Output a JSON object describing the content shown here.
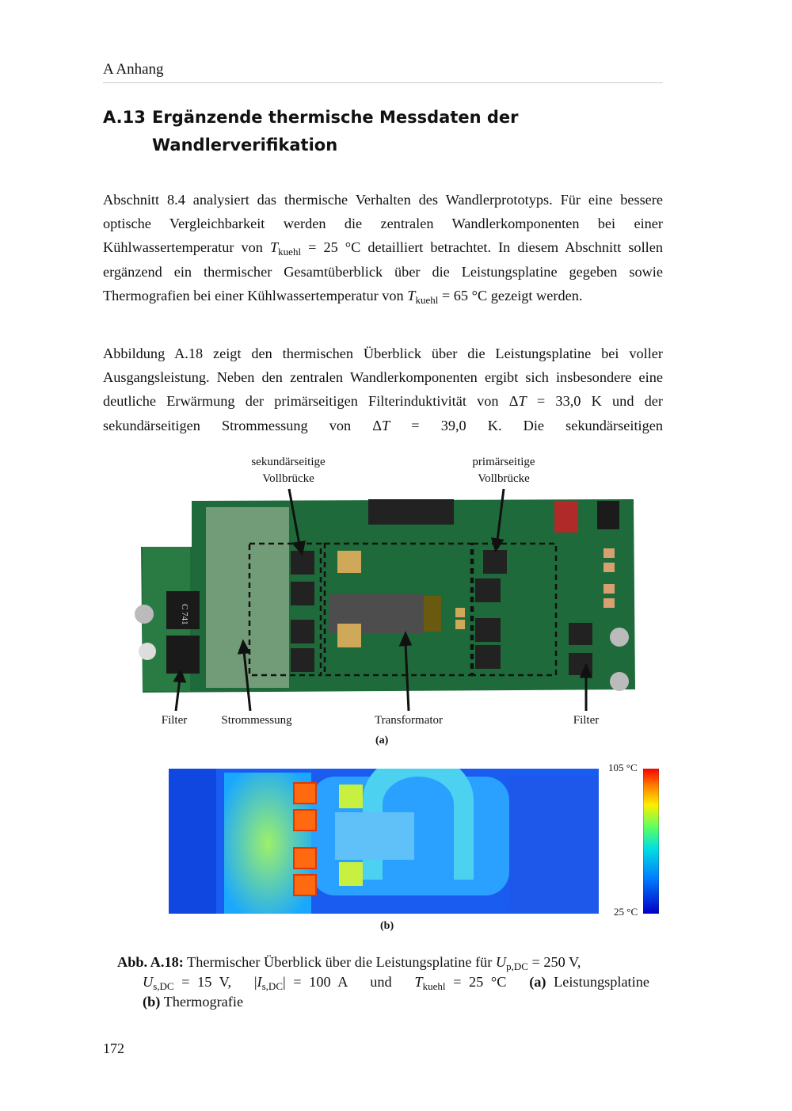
{
  "running_head": "A Anhang",
  "section": {
    "number": "A.13",
    "title_line1": "Ergänzende thermische Messdaten der",
    "title_line2": "Wandlerverifikation"
  },
  "paragraph1": {
    "s1": "Abschnitt 8.4 analysiert das thermische Verhalten des Wandlerprototyps. Für eine bessere optische Vergleichbarkeit werden die zentralen Wandlerkomponenten bei einer Kühlwassertemperatur von ",
    "t_var": "T",
    "t_sub": "kuehl",
    "s2": " = 25 °C detailliert betrachtet. In diesem Abschnitt sollen ergänzend ein thermischer Gesamtüberblick über die Leistungsplatine gegeben sowie Thermografien bei einer Kühlwassertemperatur von ",
    "s3": " = 65 °C gezeigt werden."
  },
  "paragraph2": {
    "s1": "Abbildung A.18 zeigt den thermischen Überblick über die Leistungsplatine bei voller Ausgangsleistung. Neben den zentralen Wandlerkomponenten ergibt sich insbesondere eine deutliche Erwärmung der primärseitigen Filterinduktivität von Δ",
    "var": "T",
    "s2": " = 33,0 K und der sekundärseitigen Strommessung von Δ",
    "s3": " = 39,0 K. Die sekundärseitigen"
  },
  "figure": {
    "labels_top": {
      "secondary_bridge_line1": "sekundärseitige",
      "secondary_bridge_line2": "Vollbrücke",
      "primary_bridge_line1": "primärseitige",
      "primary_bridge_line2": "Vollbrücke"
    },
    "labels_bottom": {
      "filter_left": "Filter",
      "current_measurement": "Strommessung",
      "transformer": "Transformator",
      "filter_right": "Filter"
    },
    "inductor_marking": "C 741",
    "sub_a": "(a)",
    "sub_b": "(b)",
    "colorbar": {
      "max": "105 °C",
      "min": "25 °C",
      "range_c": [
        25,
        105
      ]
    }
  },
  "caption": {
    "label": "Abb. A.18:",
    "t1": " Thermischer Überblick über die Leistungsplatine für ",
    "u": "U",
    "u_sub_p": "p,DC",
    "t2": " = 250 V, ",
    "u_sub_s": "s,DC",
    "t3": " = 15 V,   |",
    "i": "I",
    "t4": "| = 100 A   und   ",
    "t_var": "T",
    "t_sub": "kuehl",
    "t5": " = 25 °C  ",
    "a": "(a)",
    "a_text": " Leistungsplatine",
    "b": "(b)",
    "b_text": " Thermografie"
  },
  "page_number": "172"
}
